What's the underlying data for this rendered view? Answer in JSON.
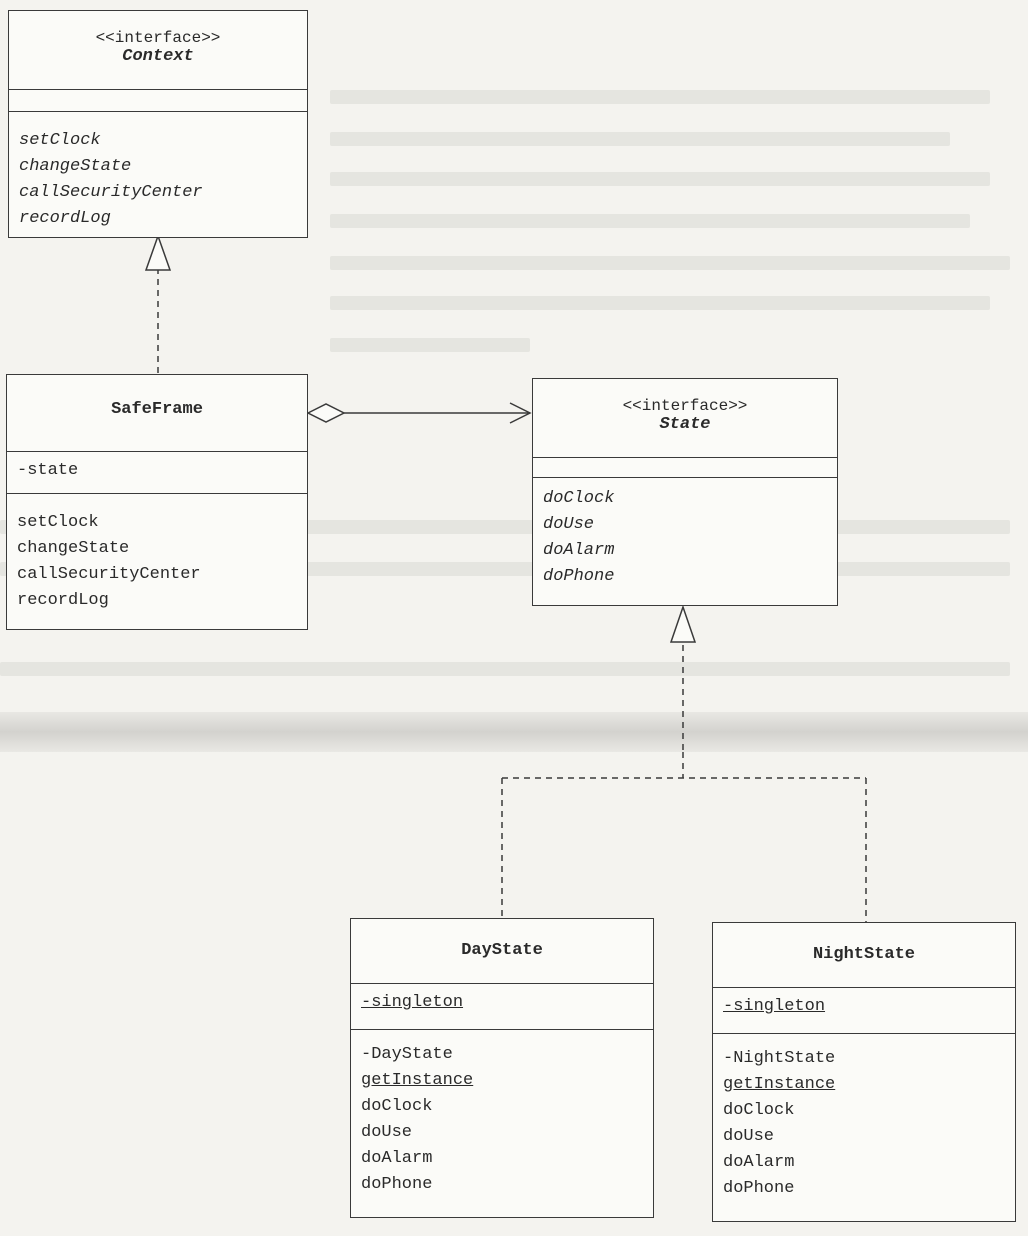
{
  "classes": {
    "context": {
      "stereotype": "<<interface>>",
      "name": "Context",
      "methods": [
        "setClock",
        "changeState",
        "callSecurityCenter",
        "recordLog"
      ]
    },
    "safeframe": {
      "name": "SafeFrame",
      "fields": [
        "-state"
      ],
      "methods": [
        "setClock",
        "changeState",
        "callSecurityCenter",
        "recordLog"
      ]
    },
    "state": {
      "stereotype": "<<interface>>",
      "name": "State",
      "methods": [
        "doClock",
        "doUse",
        "doAlarm",
        "doPhone"
      ]
    },
    "daystate": {
      "name": "DayState",
      "fields": [
        "-singleton"
      ],
      "methods": [
        "-DayState",
        "getInstance",
        "doClock",
        "doUse",
        "doAlarm",
        "doPhone"
      ]
    },
    "nightstate": {
      "name": "NightState",
      "fields": [
        "-singleton"
      ],
      "methods": [
        "-NightState",
        "getInstance",
        "doClock",
        "doUse",
        "doAlarm",
        "doPhone"
      ]
    }
  },
  "colors": {
    "line": "#3a3a3a",
    "paper": "#f4f3ef",
    "box": "#fbfbf8"
  }
}
